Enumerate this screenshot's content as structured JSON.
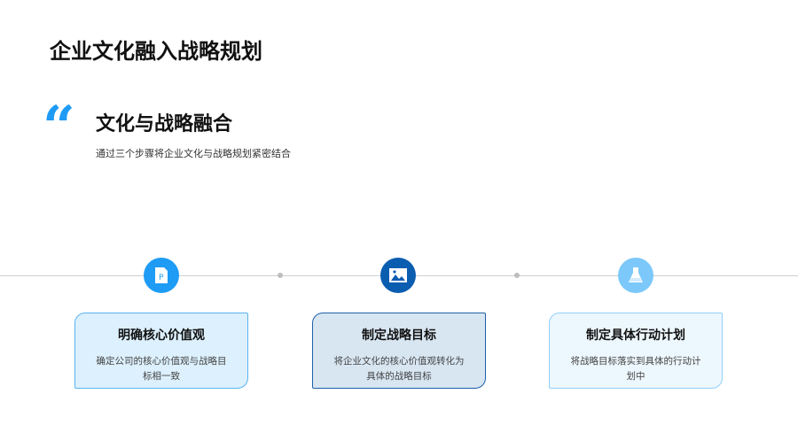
{
  "title": "企业文化融入战略规划",
  "section": {
    "quote_mark": "“",
    "heading": "文化与战略融合",
    "description": "通过三个步骤将企业文化与战略规划紧密结合"
  },
  "steps": [
    {
      "icon": "document-p-icon",
      "title": "明确核心价值观",
      "text": "确定公司的核心价值观与战略目标相一致",
      "color": "#1e9bf5"
    },
    {
      "icon": "image-icon",
      "title": "制定战略目标",
      "text": "将企业文化的核心价值观转化为具体的战略目标",
      "color": "#0b5db0"
    },
    {
      "icon": "flask-icon",
      "title": "制定具体行动计划",
      "text": "将战略目标落实到具体的行动计划中",
      "color": "#7cc8fa"
    }
  ]
}
